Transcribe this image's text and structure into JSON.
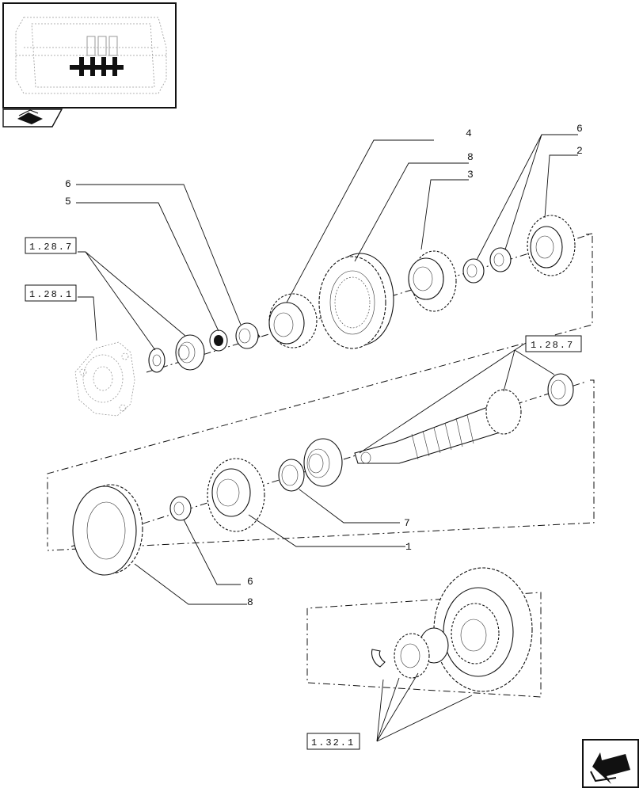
{
  "diagram": {
    "callouts": [
      {
        "id": "c4",
        "text": "4"
      },
      {
        "id": "c8a",
        "text": "8"
      },
      {
        "id": "c3",
        "text": "3"
      },
      {
        "id": "c6a",
        "text": "6"
      },
      {
        "id": "c2",
        "text": "2"
      },
      {
        "id": "c6b",
        "text": "6"
      },
      {
        "id": "c5",
        "text": "5"
      },
      {
        "id": "c7",
        "text": "7"
      },
      {
        "id": "c1",
        "text": "1"
      },
      {
        "id": "c6c",
        "text": "6"
      },
      {
        "id": "c8b",
        "text": "8"
      }
    ],
    "references": [
      {
        "id": "r1287a",
        "text": "1.28.7"
      },
      {
        "id": "r1281",
        "text": "1.28.1"
      },
      {
        "id": "r1287b",
        "text": "1.28.7"
      },
      {
        "id": "r1321",
        "text": "1.32.1"
      }
    ]
  },
  "icons": {
    "thumbnail": "transmission-thumbnail-icon",
    "book": "book-icon",
    "next": "next-page-arrow-icon"
  }
}
